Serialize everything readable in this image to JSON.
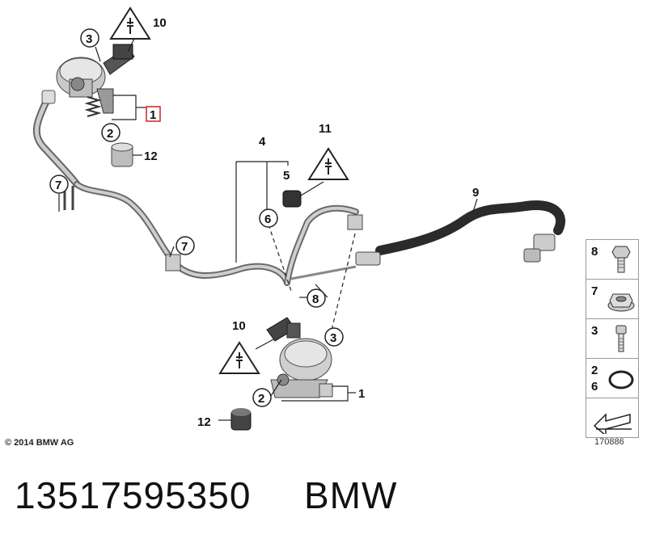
{
  "callouts": {
    "c1_top": "1",
    "c2_top": "2",
    "c3_top": "3",
    "c10_top": "10",
    "c12_top": "12",
    "c7_left": "7",
    "c7_mid": "7",
    "c4": "4",
    "c5": "5",
    "c6": "6",
    "c11": "11",
    "c9": "9",
    "c8": "8",
    "c10_bottom": "10",
    "c3_bottom": "3",
    "c2_bottom": "2",
    "c1_bottom": "1",
    "c12_bottom": "12"
  },
  "legend": {
    "row1": "8",
    "row2": "7",
    "row3": "3",
    "row4a": "2",
    "row4b": "6"
  },
  "copyright": "© 2014 BMW AG",
  "reference_number": "170886",
  "caption": {
    "part_number": "13517595350",
    "brand": "BMW"
  },
  "colors": {
    "line": "#222222",
    "highlight_box": "#cc2222",
    "hose": "#2b2b2b",
    "pipe": "#8a8a8a"
  }
}
